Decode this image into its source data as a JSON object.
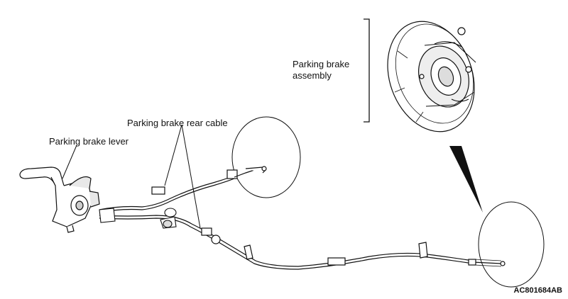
{
  "labels": {
    "rear_cable": "Parking brake rear cable",
    "lever": "Parking brake lever",
    "assembly_line1": "Parking brake",
    "assembly_line2": "assembly"
  },
  "figure_code": "AC801684AB",
  "colors": {
    "line": "#111111",
    "fill": "#ffffff",
    "shade": "#d8d8d8"
  }
}
